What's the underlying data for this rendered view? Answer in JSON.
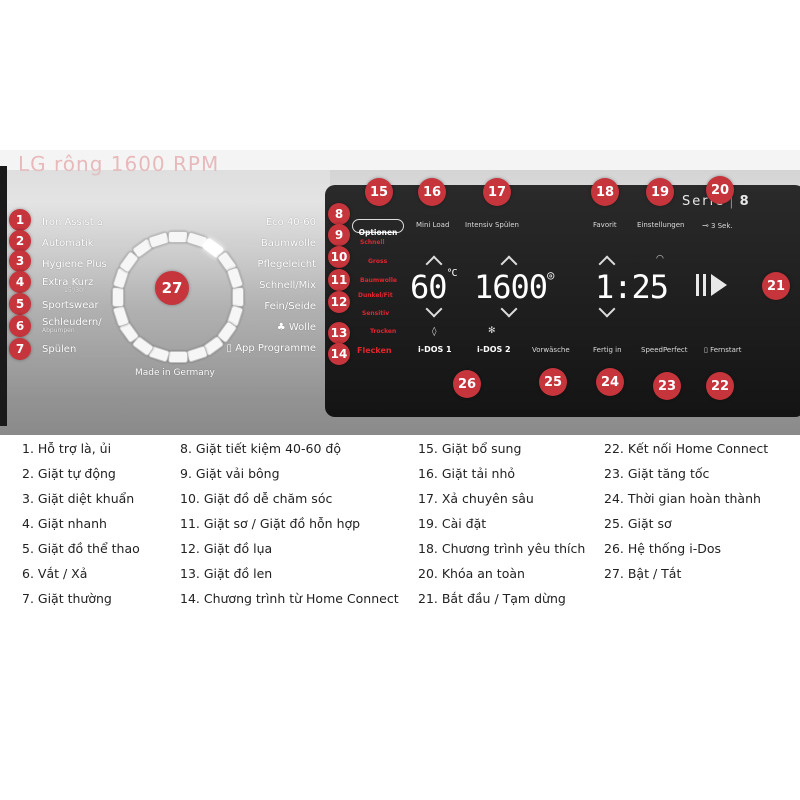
{
  "panel": {
    "header_text": "LG rông 1600 RPM",
    "made_in": "Made in Germany",
    "serie_label": "Serie",
    "serie_number": "8",
    "left_programmes": [
      {
        "label": "Iron Assist",
        "icon": "iron-icon",
        "sub": ""
      },
      {
        "label": "Automatik",
        "icon": "",
        "sub": ""
      },
      {
        "label": "Hygiene Plus",
        "icon": "",
        "sub": ""
      },
      {
        "label": "Extra Kurz",
        "icon": "",
        "sub": "15'/30'"
      },
      {
        "label": "Sportswear",
        "icon": "",
        "sub": ""
      },
      {
        "label": "Schleudern/",
        "icon": "",
        "sub": "Abpumpen"
      },
      {
        "label": "Spülen",
        "icon": "",
        "sub": ""
      }
    ],
    "right_programmes": [
      {
        "label": "Eco 40-60",
        "icon": ""
      },
      {
        "label": "Baumwolle",
        "icon": ""
      },
      {
        "label": "Pflegeleicht",
        "icon": ""
      },
      {
        "label": "Schnell/Mix",
        "icon": ""
      },
      {
        "label": "Fein/Seide",
        "icon": ""
      },
      {
        "label": "Wolle",
        "icon": "wool-icon"
      },
      {
        "label": "App Programme",
        "icon": "phone-icon"
      }
    ],
    "options": {
      "header": "Optionen",
      "items": [
        "Schnell",
        "Gross",
        "Baumwolle",
        "Dunkel/Fit",
        "Sensitiv",
        "Trocken",
        "Flecken"
      ]
    },
    "controls": {
      "mini_load": "Mini Load",
      "intensiv_spulen": "Intensiv Spülen",
      "favorit": "Favorit",
      "einstellungen": "Einstellungen",
      "lock_label": "3 Sek.",
      "temperature": "60",
      "temperature_unit": "°C",
      "spin": "1600",
      "time": "1:25",
      "idos1": "i-DOS 1",
      "idos2": "i-DOS 2",
      "vorwasche": "Vorwäsche",
      "fertig_in": "Fertig in",
      "speed_perfect": "SpeedPerfect",
      "fernstart": "Fernstart"
    },
    "accent_color": "#c6343c"
  },
  "markers": [
    "1",
    "2",
    "3",
    "4",
    "5",
    "6",
    "7",
    "8",
    "9",
    "10",
    "11",
    "12",
    "13",
    "14",
    "15",
    "16",
    "17",
    "18",
    "19",
    "20",
    "21",
    "22",
    "23",
    "24",
    "25",
    "26",
    "27"
  ],
  "legend": {
    "col1": [
      "1. Hỗ trợ là, ủi",
      "2. Giặt tự động",
      "3. Giặt diệt khuẩn",
      "4. Giặt nhanh",
      "5. Giặt đồ thể thao",
      "6. Vắt / Xả",
      "7. Giặt thường"
    ],
    "col2": [
      "8. Giặt tiết kiệm 40-60 độ",
      "9. Giặt vải bông",
      "10. Giặt đồ dễ chăm sóc",
      "11. Giặt sơ / Giặt đồ hỗn hợp",
      "12. Giặt đồ lụa",
      "13. Giặt đồ len",
      "14. Chương trình từ Home Connect"
    ],
    "col3": [
      "15. Giặt bổ sung",
      "16. Giặt tải nhỏ",
      "17. Xả chuyên sâu",
      "19. Cài đặt",
      "18. Chương trình yêu thích",
      "20. Khóa an toàn",
      "21. Bắt đầu / Tạm dừng"
    ],
    "col4": [
      "22. Kết nối Home Connect",
      "23. Giặt tăng tốc",
      "24. Thời gian hoàn thành",
      "25. Giặt sơ",
      "26. Hệ thống i-Dos",
      "27. Bật / Tắt"
    ]
  }
}
